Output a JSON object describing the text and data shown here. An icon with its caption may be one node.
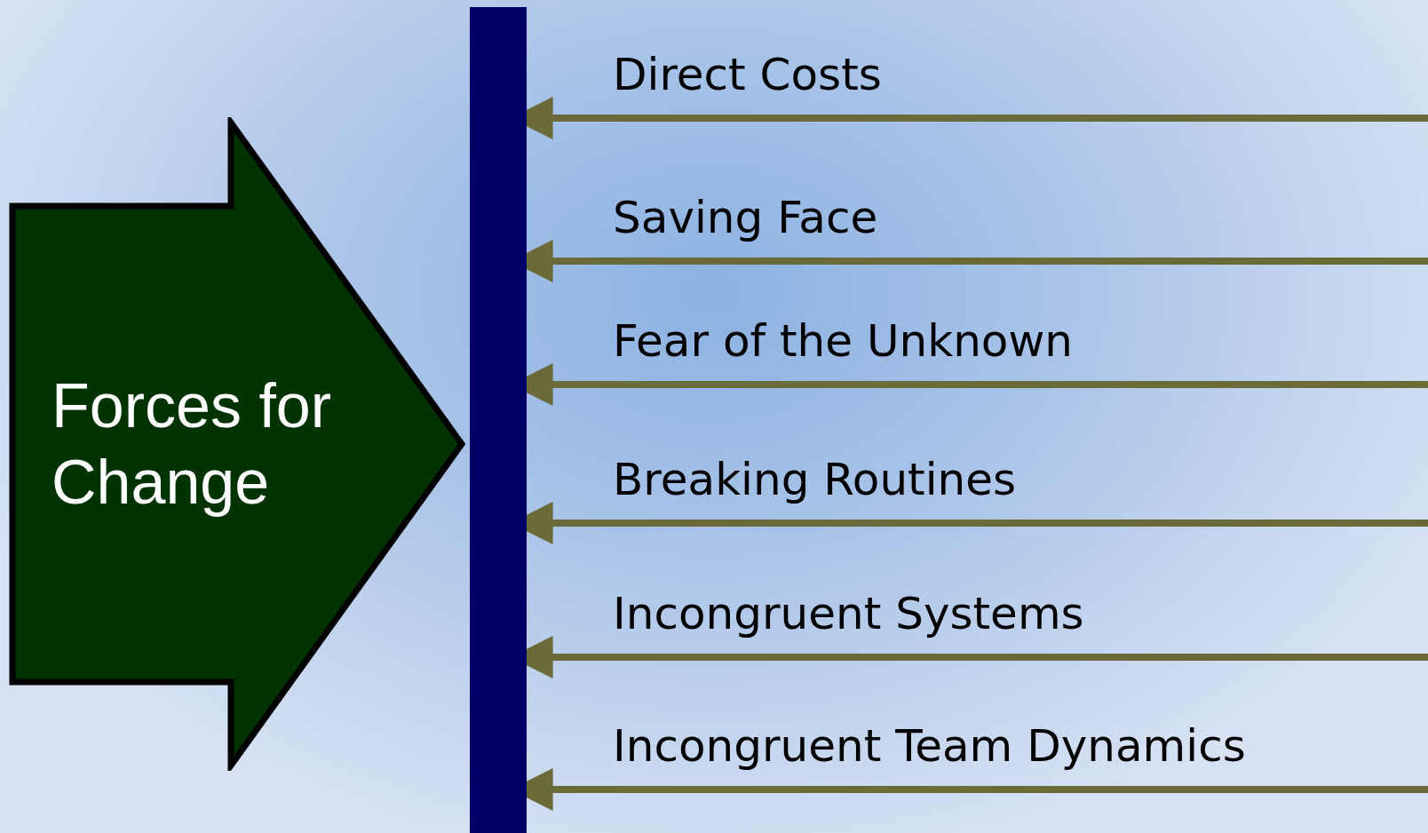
{
  "diagram": {
    "nodes": [
      {
        "text": [
          "Forces for Change"
        ]
      },
      {
        "text": [],
        "shape": "bar"
      }
    ],
    "edges": [
      {
        "from": null,
        "to": 1,
        "arrow": "to",
        "label": "Direct Costs"
      },
      {
        "from": null,
        "to": 1,
        "arrow": "to",
        "label": "Saving Face"
      },
      {
        "from": null,
        "to": 1,
        "arrow": "to",
        "label": "Fear of the Unknown"
      },
      {
        "from": null,
        "to": 1,
        "arrow": "to",
        "label": "Breaking Routines"
      },
      {
        "from": null,
        "to": 1,
        "arrow": "to",
        "label": "Incongruent Systems"
      },
      {
        "from": null,
        "to": 1,
        "arrow": "to",
        "label": "Incongruent Team Dynamics"
      }
    ]
  }
}
